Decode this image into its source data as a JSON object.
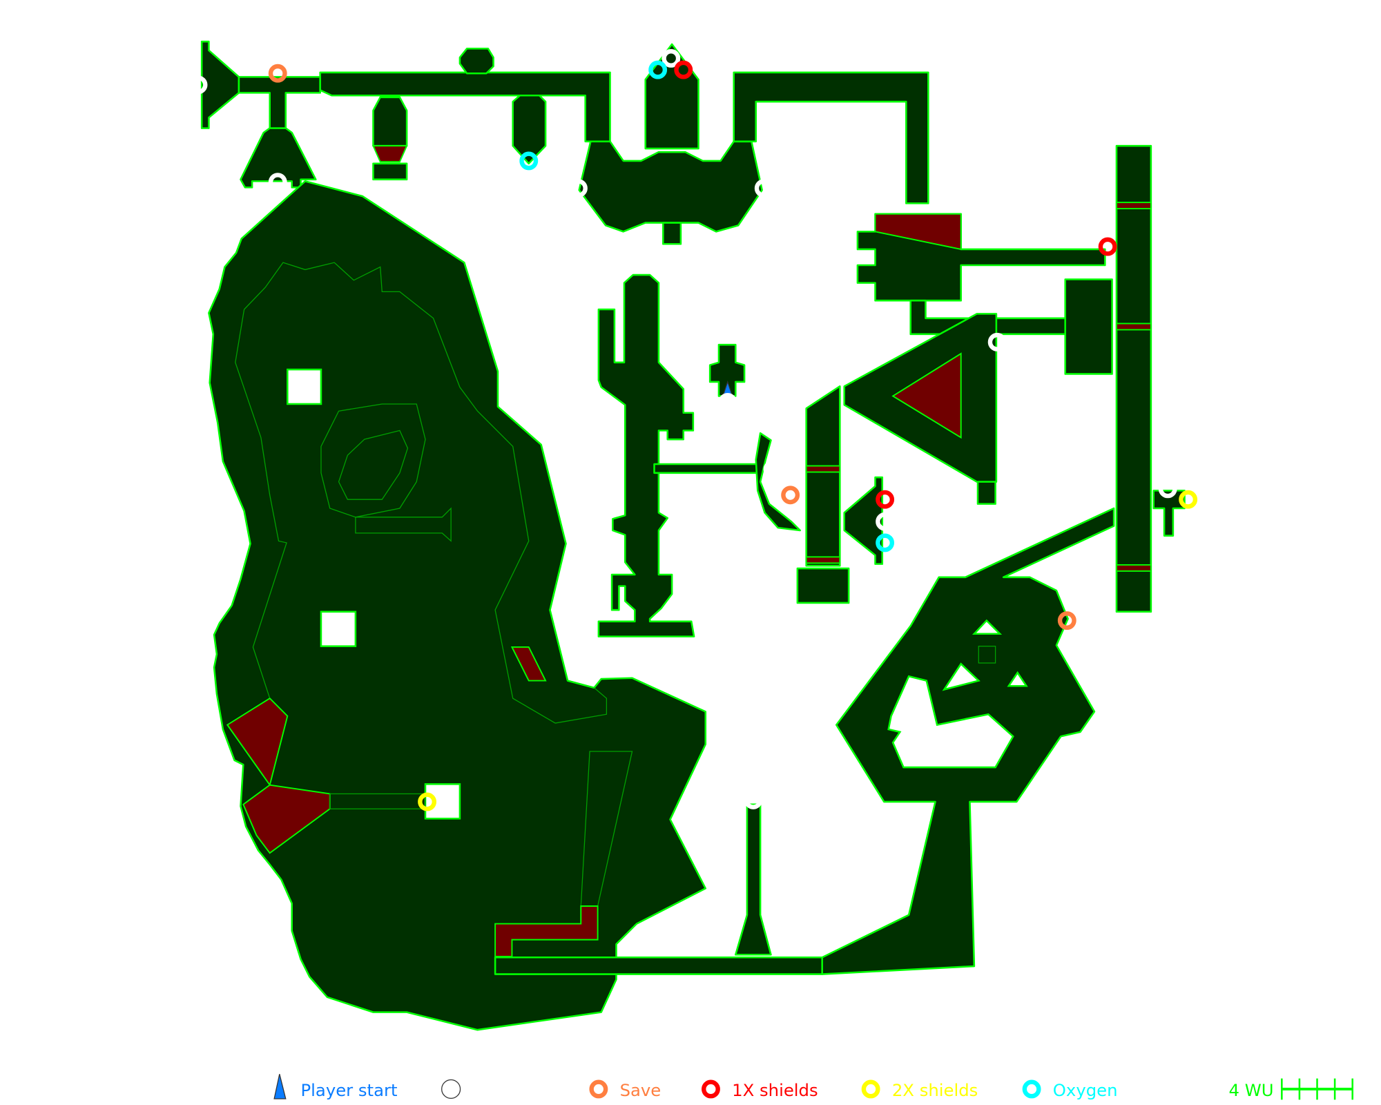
{
  "legend": {
    "player_start": {
      "label": "Player start",
      "color": "#0a7cff"
    },
    "generic_item": {
      "label": "",
      "color": "#ffffff"
    },
    "save": {
      "label": "Save",
      "color": "#ff7f40"
    },
    "shields_1x": {
      "label": "1X shields",
      "color": "#ff0000"
    },
    "shields_2x": {
      "label": "2X shields",
      "color": "#ffff00"
    },
    "oxygen": {
      "label": "Oxygen",
      "color": "#00ffff"
    },
    "scale": {
      "label": "4 WU",
      "color": "#00ff00"
    }
  },
  "colors": {
    "floor": "#003000",
    "wall": "#00ff00",
    "hazard": "#700000",
    "background": "#ffffff"
  }
}
